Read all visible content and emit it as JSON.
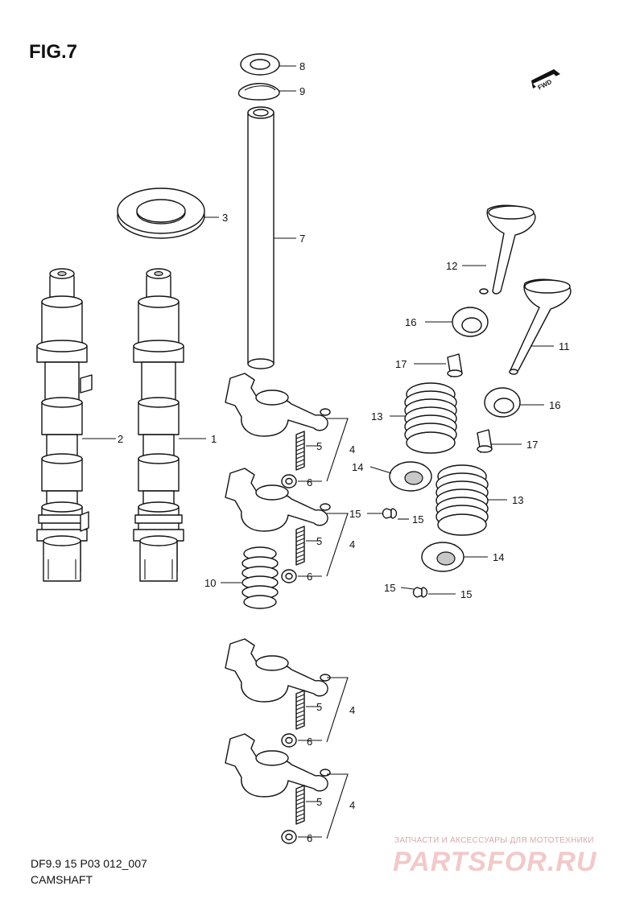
{
  "figure_title": "FIG.7",
  "direction_badge": "FWD",
  "model_code": "DF9.9 15 P03 012_007",
  "section_title": "CAMSHAFT",
  "watermark": {
    "tagline": "ЗАПЧАСТИ И АКСЕССУАРЫ ДЛЯ МОТОТЕХНИКИ",
    "site": "PARTSFOR.RU"
  },
  "callouts": {
    "c8": "8",
    "c9": "9",
    "c3": "3",
    "c7": "7",
    "c12": "12",
    "c16a": "16",
    "c17a": "17",
    "c11": "11",
    "c16b": "16",
    "c13a": "13",
    "c17b": "17",
    "c2": "2",
    "c1": "1",
    "c5a": "5",
    "c4a": "4",
    "c6a": "6",
    "c14a": "14",
    "c15a": "15",
    "c15b": "15",
    "c13b": "13",
    "c5b": "5",
    "c4b": "4",
    "c10": "10",
    "c6b": "6",
    "c14b": "14",
    "c15c": "15",
    "c15d": "15",
    "c5c": "5",
    "c4c": "4",
    "c6c": "6",
    "c5d": "5",
    "c4d": "4",
    "c6d": "6"
  }
}
